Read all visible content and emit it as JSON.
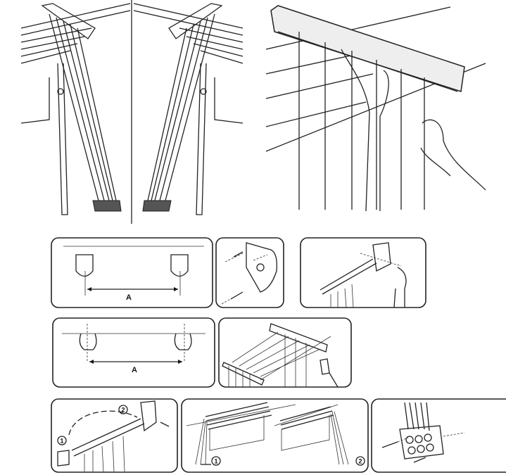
{
  "figure": {
    "panel_spacing_label_1": "A",
    "panel_spacing_label_2": "A",
    "step_labels_mount": [
      "1",
      "2"
    ],
    "step_labels_raise": [
      "1",
      "2"
    ]
  }
}
